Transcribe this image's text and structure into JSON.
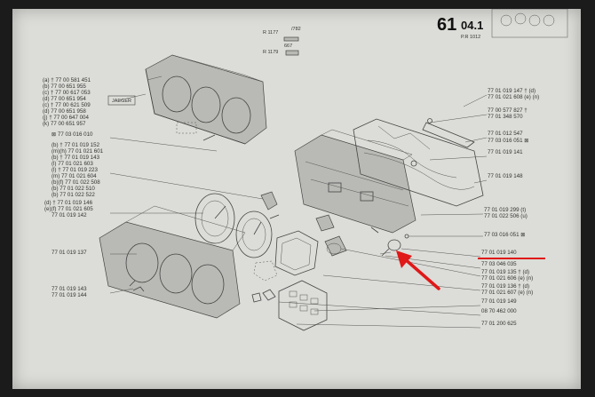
{
  "header": {
    "page_number": "61",
    "section": "04.1",
    "ref": "P.R 1012"
  },
  "vehicle_codes": [
    {
      "code": "R 1177",
      "suffix": "/782"
    },
    {
      "code": "R 1179",
      "suffix": "667"
    }
  ],
  "left_labels": [
    "(a) † 77 00 581 451",
    "(b) 77 00 651 955",
    "(c) † 77 00 617 053",
    "(d) 77 00 651 954",
    "(c) † 77 00 621 509",
    "(d) 77 00 651 958",
    "(j) † 77 00 647 004",
    "(k) 77 00 651 957",
    "JAEGER",
    "⊠ 77 03 016 010",
    "(b) † 77 01 019 152",
    "(m)(h) 77 01 021 601",
    "(b) † 77 01 019 143",
    "(l) 77 01 021 603",
    "(l) † 77 01 019 223",
    "(m) 77 01 021 604",
    "(b)(f) 77 01 022 508",
    "(b) 77 01 022 510",
    "(b) 77 01 022 522",
    "(d) † 77 01 019 146",
    "(e)(f) 77 01 021 605",
    "77 01 019 142",
    "77 01 019 137",
    "77 01 019 143",
    "77 01 019 144"
  ],
  "right_labels": [
    "77 01 019 147 † (d)",
    "77 01 021 608 (e) (n)",
    "77 00 577 827 †",
    "77 01 348 570",
    "77 01 012 547",
    "77 03 016 051 ⊠",
    "77 01 019 141",
    "77 01 019 148",
    "77 01 019 299 (t)",
    "77 01 022 506 (u)",
    "77 03 016 051 ⊠",
    "77 01 019 140",
    "77 03 046 035",
    "77 01 019 135 † (d)",
    "77 01 021 606 (e) (n)",
    "77 01 019 136 † (d)",
    "77 01 021 607 (e) (n)",
    "77 01 019 149",
    "08 70 462 000",
    "77 01 200 625"
  ],
  "annotation": {
    "color_arrow": "#e01818",
    "color_underline": "#e01818"
  }
}
